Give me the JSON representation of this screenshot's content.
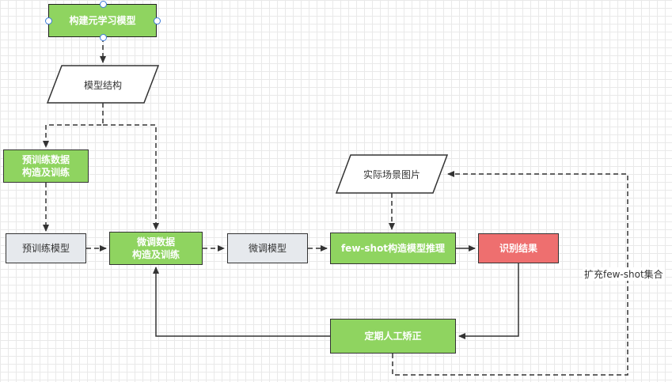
{
  "nodes": {
    "build_meta": "构建元学习模型",
    "model_structure": "模型结构",
    "pretrain_data": "预训练数据\n构造及训练",
    "pretrain_model": "预训练模型",
    "finetune_data": "微调数据\n构造及训练",
    "finetune_model": "微调模型",
    "scene_image": "实际场景图片",
    "fewshot_infer": "few-shot构造模型推理",
    "recognition_result": "识别结果",
    "manual_correction": "定期人工矫正"
  },
  "edges": {
    "expand_fewshot": "扩充few-shot集合"
  },
  "colors": {
    "green": "#8fd460",
    "gray": "#e6e9ed",
    "red": "#ee6f6f",
    "stroke": "#333333",
    "selection": "#3c7bd9"
  }
}
